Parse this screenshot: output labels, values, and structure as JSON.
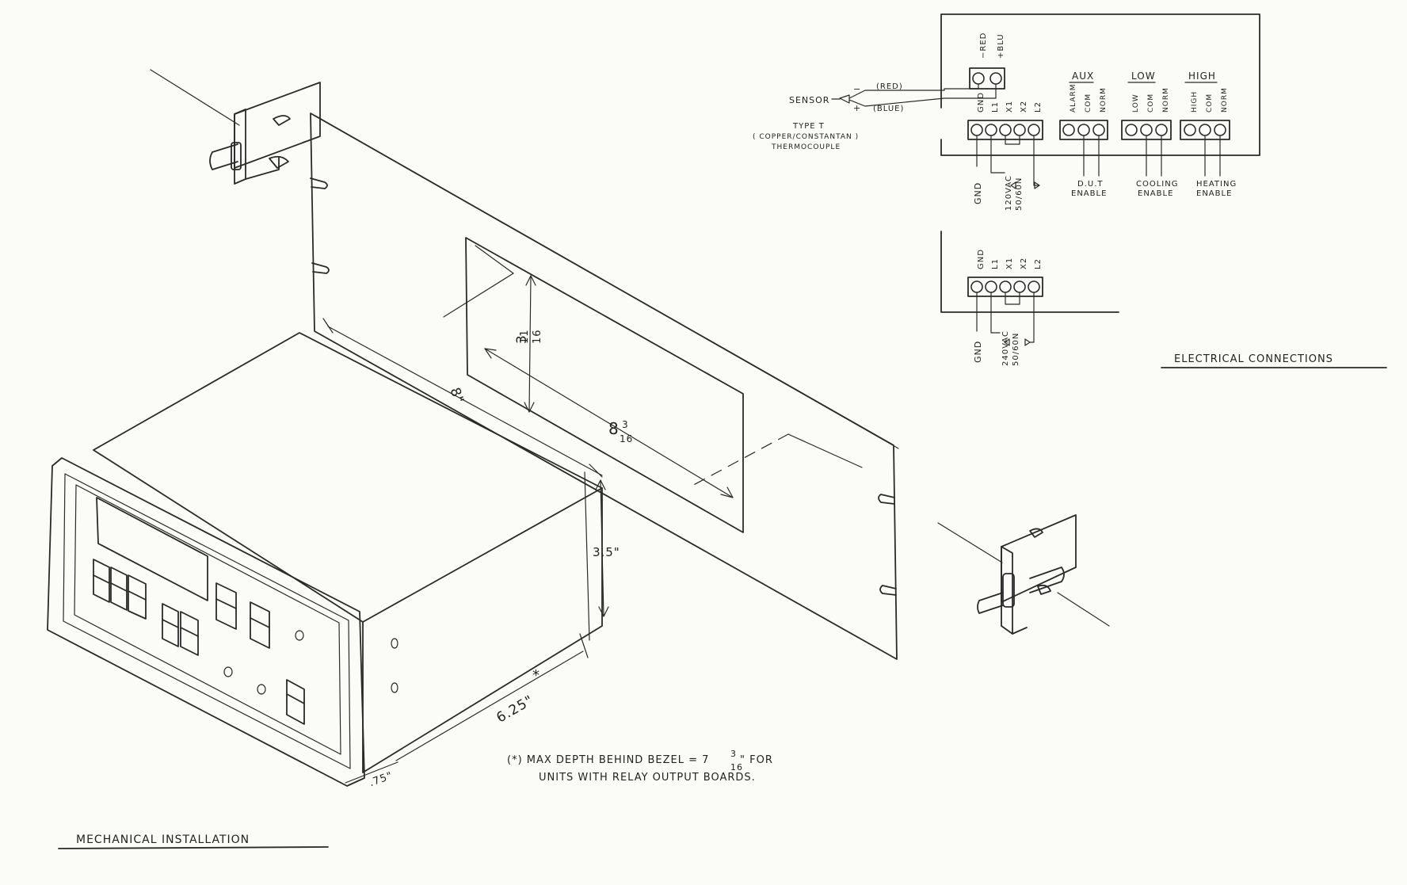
{
  "mechanical": {
    "title": "MECHANICAL INSTALLATION",
    "dims": {
      "cutout_height_whole": "3",
      "cutout_height_num": "11",
      "cutout_height_den": "16",
      "cutout_width_whole": "8",
      "cutout_width_num": "3",
      "cutout_width_den": "16",
      "panel_width": "8\"",
      "height": "3.5\"",
      "depth": "6.25\"",
      "depth_mark": "*",
      "bezel": ".75\""
    },
    "note_line1": "(*) MAX DEPTH BEHIND BEZEL = 7",
    "note_frac_num": "3",
    "note_frac_den": "16",
    "note_line1_end": "\" FOR",
    "note_line2": "UNITS WITH RELAY OUTPUT BOARDS."
  },
  "electrical": {
    "title": "ELECTRICAL CONNECTIONS",
    "sensor_label": "SENSOR",
    "sensor_minus": "−",
    "sensor_plus": "+",
    "wire_red": "(RED)",
    "wire_blue": "(BLUE)",
    "thermo_line1": "TYPE T",
    "thermo_line2": "( COPPER/CONSTANTAN )",
    "thermo_line3": "THERMOCOUPLE",
    "sensor_terms": [
      "−RED",
      "+BLU"
    ],
    "power_terms": [
      "GND",
      "L1",
      "X1",
      "X2",
      "L2"
    ],
    "aux_title": "AUX",
    "aux_terms": [
      "ALARM",
      "COM",
      "NORM"
    ],
    "low_title": "LOW",
    "low_terms": [
      "LOW",
      "COM",
      "NORM"
    ],
    "high_title": "HIGH",
    "high_terms": [
      "HIGH",
      "COM",
      "NORM"
    ],
    "gnd_label": "GND",
    "v120_line1": "120VAC",
    "v120_line2": "50/60N",
    "dut_line1": "D.U.T",
    "dut_line2": "ENABLE",
    "cool_line1": "COOLING",
    "cool_line2": "ENABLE",
    "heat_line1": "HEATING",
    "heat_line2": "ENABLE",
    "power2_terms": [
      "GND",
      "L1",
      "X1",
      "X2",
      "L2"
    ],
    "gnd2_label": "GND",
    "v240_line1": "240VAC",
    "v240_line2": "50/60N"
  }
}
